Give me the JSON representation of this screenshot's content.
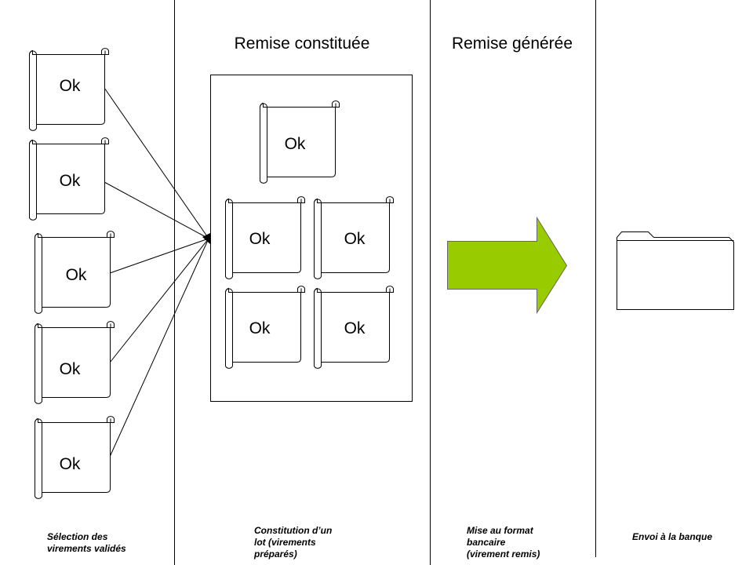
{
  "headers": {
    "col2": "Remise constituée",
    "col3": "Remise générée"
  },
  "scroll_label": "Ok",
  "captions": {
    "col1": [
      "Sélection des",
      "virements validés"
    ],
    "col2": [
      "Constitution d’un",
      "lot (virements",
      "préparés)"
    ],
    "col3": [
      "Mise au format",
      "bancaire",
      "(virement remis)"
    ],
    "col4": [
      "Envoi à la banque"
    ]
  },
  "colors": {
    "arrow_fill": "#99CC00",
    "stroke": "#000000"
  },
  "icons": {
    "document": "scroll-icon",
    "folder": "folder-icon",
    "transition": "right-arrow-icon"
  }
}
